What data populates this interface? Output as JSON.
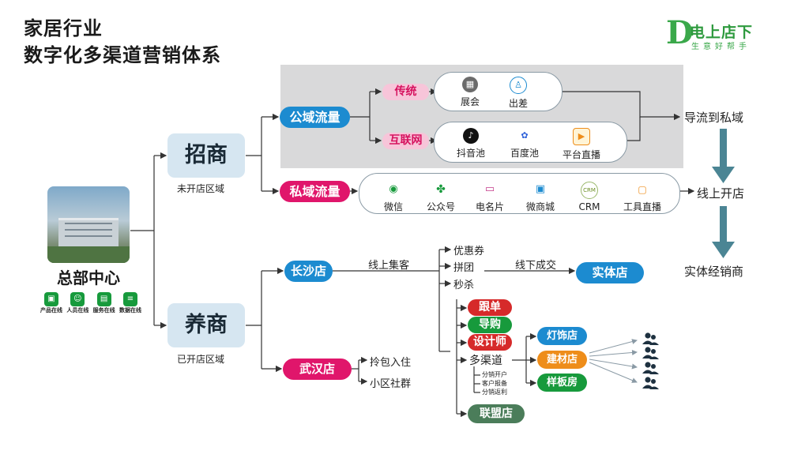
{
  "header": {
    "title_line1": "家居行业",
    "title_line2": "数字化多渠道营销体系"
  },
  "logo": {
    "mark": "D",
    "name": "电上店下",
    "slogan": "生意好帮手"
  },
  "hq": {
    "label": "总部中心",
    "icons": [
      {
        "label": "产品在线",
        "icon": "product-icon"
      },
      {
        "label": "人员在线",
        "icon": "people-icon"
      },
      {
        "label": "服务在线",
        "icon": "service-icon"
      },
      {
        "label": "数据在线",
        "icon": "data-icon"
      }
    ]
  },
  "zhaoshang": {
    "label": "招商",
    "sub": "未开店区域"
  },
  "yangshang": {
    "label": "养商",
    "sub": "已开店区域"
  },
  "public_traffic": {
    "label": "公域流量",
    "traditional": {
      "label": "传统",
      "items": [
        "展会",
        "出差"
      ]
    },
    "internet": {
      "label": "互联网",
      "items": [
        "抖音池",
        "百度池",
        "平台直播"
      ]
    }
  },
  "private_traffic": {
    "label": "私域流量",
    "items": [
      "微信",
      "公众号",
      "电名片",
      "微商城",
      "CRM",
      "工具直播"
    ]
  },
  "right_flow": [
    "导流到私域",
    "线上开店",
    "实体经销商"
  ],
  "changsha": {
    "label": "长沙店",
    "online_label": "线上集客",
    "promos": [
      "优惠券",
      "拼团",
      "秒杀"
    ],
    "offline_label": "线下成交",
    "store": "实体店"
  },
  "channels": [
    "跟单",
    "导购",
    "设计师"
  ],
  "multichannel": {
    "label": "多渠道",
    "subs": [
      "分销开户",
      "客户报备",
      "分销返利"
    ]
  },
  "alliance": "联盟店",
  "stores": [
    "灯饰店",
    "建材店",
    "样板房"
  ],
  "wuhan": {
    "label": "武汉店",
    "items": [
      "拎包入住",
      "小区社群"
    ]
  },
  "colors": {
    "blue": "#1c8bd0",
    "pink": "#e0166b",
    "green": "#179a3c",
    "red": "#d62a2a",
    "orange": "#ee8d1a",
    "panel": "#d9d9da"
  }
}
